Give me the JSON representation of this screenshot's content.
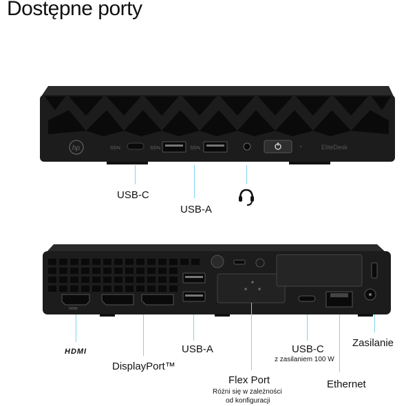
{
  "title": "Dostępne porty",
  "front": {
    "brand": "EliteDesk",
    "labels": {
      "usb_c": "USB-C",
      "usb_a": "USB-A"
    },
    "headset_icon": "headset-icon"
  },
  "rear": {
    "labels": {
      "hdmi": "HDMI",
      "displayport": "DisplayPort™",
      "usb_a": "USB-A",
      "flex_port": "Flex Port",
      "flex_port_note_1": "Różni się w zależności",
      "flex_port_note_2": "od konfiguracji",
      "usb_c": "USB-C",
      "usb_c_note": "z zasilaniem 100 W",
      "ethernet": "Ethernet",
      "power": "Zasilanie"
    }
  },
  "colors": {
    "chassis": "#1c1c1c",
    "leader": "#7fd3ea",
    "text": "#111111"
  }
}
